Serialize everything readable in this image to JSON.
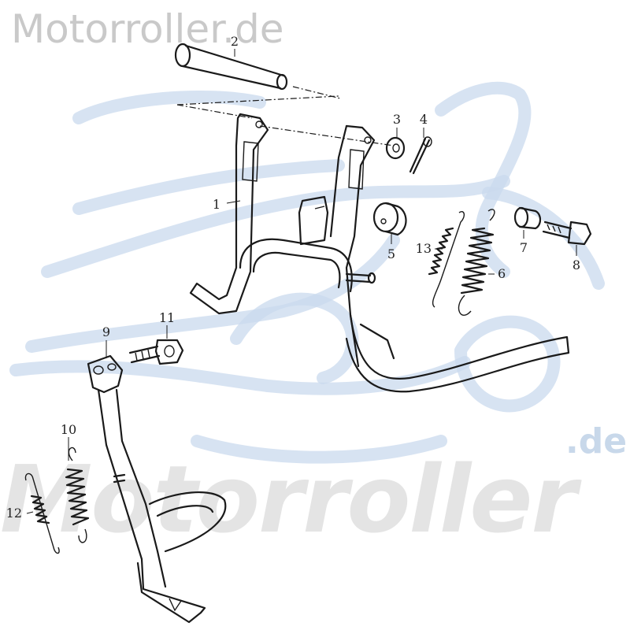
{
  "watermark": {
    "top_text": "Motorroller.de",
    "big_text": "Motorroller",
    "suffix_text": ".de"
  },
  "callouts": [
    "1",
    "2",
    "3",
    "4",
    "5",
    "6",
    "7",
    "8",
    "9",
    "10",
    "11",
    "12",
    "13"
  ],
  "colors": {
    "line": "#1a1a1a",
    "watermark_gray": "#c9c9c9",
    "watermark_blue": "#c9daee"
  }
}
